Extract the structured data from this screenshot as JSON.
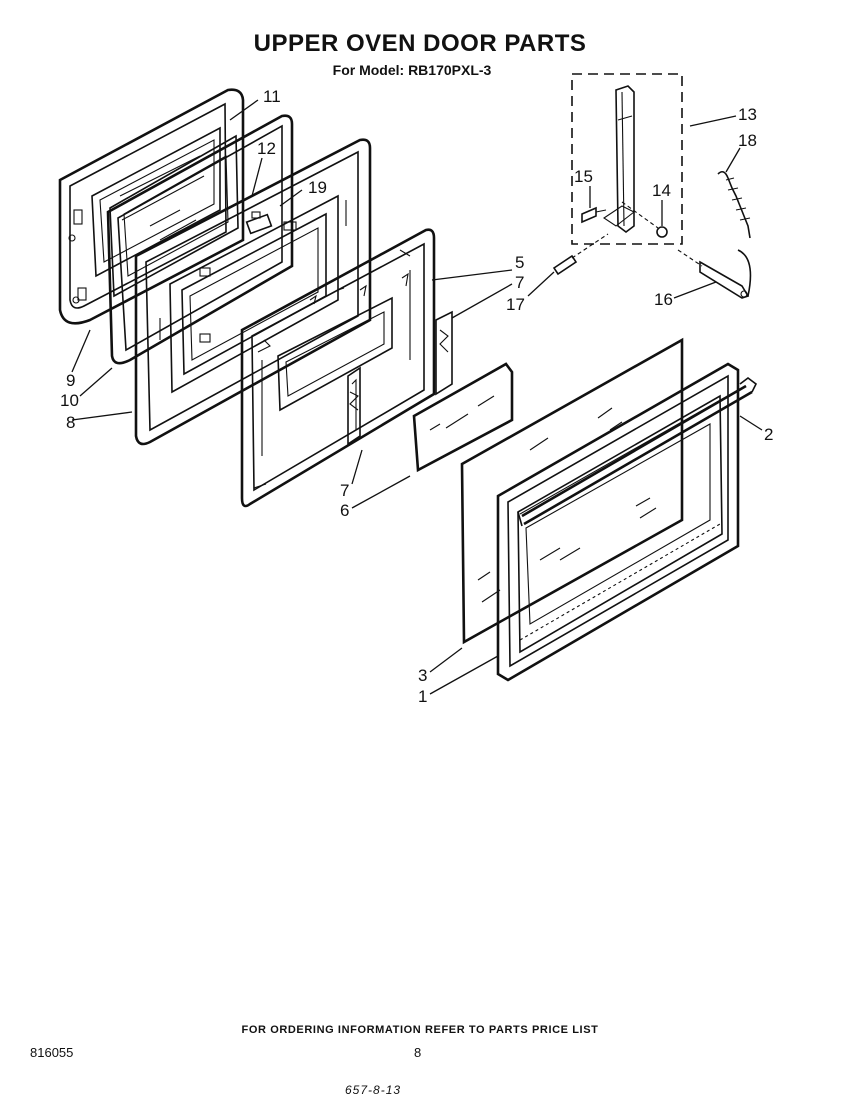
{
  "header": {
    "title": "UPPER OVEN DOOR PARTS",
    "subtitle": "For Model: RB170PXL-3"
  },
  "callouts": {
    "c1": "1",
    "c2": "2",
    "c3": "3",
    "c5": "5",
    "c6": "6",
    "c7a": "7",
    "c7b": "7",
    "c8": "8",
    "c9": "9",
    "c10": "10",
    "c11": "11",
    "c12": "12",
    "c13": "13",
    "c14": "14",
    "c15": "15",
    "c16": "16",
    "c17": "17",
    "c18": "18",
    "c19": "19"
  },
  "footer": {
    "ordering_note": "FOR ORDERING INFORMATION REFER TO PARTS PRICE LIST",
    "document_code": "816055",
    "page_number": "8",
    "handwritten_note": "657-8-13"
  }
}
